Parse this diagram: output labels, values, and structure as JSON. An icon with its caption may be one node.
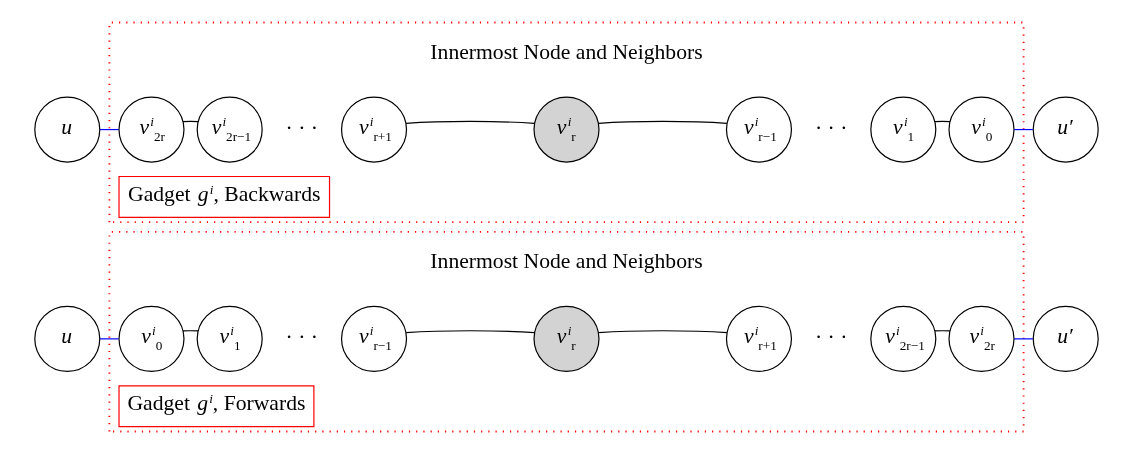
{
  "diagram": {
    "nodes": [
      {
        "text": [
          "Gadget *g*$^{i}$, Forwards"
        ]
      },
      {
        "text": [
          "*u*"
        ]
      },
      {
        "text": [
          "*v*$^{i}$$_{0}$"
        ],
        "in": 0
      },
      {
        "text": [
          "*v*$^{i}$$_{1}$"
        ],
        "in": 0
      },
      {
        "text": [
          "*v*$^{i}$$_{r−1}$"
        ],
        "in": 0
      },
      {
        "text": [
          "*v*$^{i}$$_{r}$"
        ],
        "in": 0
      },
      {
        "text": [
          "*v*$^{i}$$_{r+1}$"
        ],
        "in": 0
      },
      {
        "text": [
          "*v*$^{i}$$_{2r−1}$"
        ],
        "in": 0
      },
      {
        "text": [
          "*v*$^{i}$$_{2r}$"
        ],
        "in": 0
      },
      {
        "text": [
          "*u*′"
        ]
      },
      {
        "text": [
          "Gadget *g*$^{i}$, Backwards"
        ]
      },
      {
        "text": [
          "*u*"
        ]
      },
      {
        "text": [
          "*v*$^{i}$$_{2r}$"
        ],
        "in": 10
      },
      {
        "text": [
          "*v*$^{i}$$_{2r−1}$"
        ],
        "in": 10
      },
      {
        "text": [
          "*v*$^{i}$$_{r+1}$"
        ],
        "in": 10
      },
      {
        "text": [
          "*v*$^{i}$$_{r}$"
        ],
        "in": 10
      },
      {
        "text": [
          "*v*$^{i}$$_{r−1}$"
        ],
        "in": 10
      },
      {
        "text": [
          "*v*$^{i}$$_{1}$"
        ],
        "in": 10
      },
      {
        "text": [
          "*v*$^{i}$$_{0}$"
        ],
        "in": 10
      },
      {
        "text": [
          "*u*′"
        ]
      }
    ],
    "edges": [
      {
        "from": 1,
        "to": 2,
        "arrow": "none",
        "color": "#0000ff"
      },
      {
        "from": 2,
        "to": 3,
        "arrow": "none"
      },
      {
        "from": 4,
        "to": 5,
        "arrow": "none"
      },
      {
        "from": 5,
        "to": 6,
        "arrow": "none"
      },
      {
        "from": 7,
        "to": 8,
        "arrow": "none"
      },
      {
        "from": 8,
        "to": 9,
        "arrow": "none",
        "color": "#0000ff"
      },
      {
        "from": 11,
        "to": 12,
        "arrow": "none",
        "color": "#0000ff"
      },
      {
        "from": 12,
        "to": 13,
        "arrow": "none"
      },
      {
        "from": 14,
        "to": 15,
        "arrow": "none"
      },
      {
        "from": 15,
        "to": 16,
        "arrow": "none"
      },
      {
        "from": 17,
        "to": 18,
        "arrow": "none"
      },
      {
        "from": 18,
        "to": 19,
        "arrow": "none",
        "color": "#0000ff"
      }
    ],
    "labels": [
      "· · ·",
      "· · ·",
      "Innermost Node and Neighbors",
      "· · ·",
      "· · ·",
      "Innermost Node and Neighbors"
    ]
  }
}
